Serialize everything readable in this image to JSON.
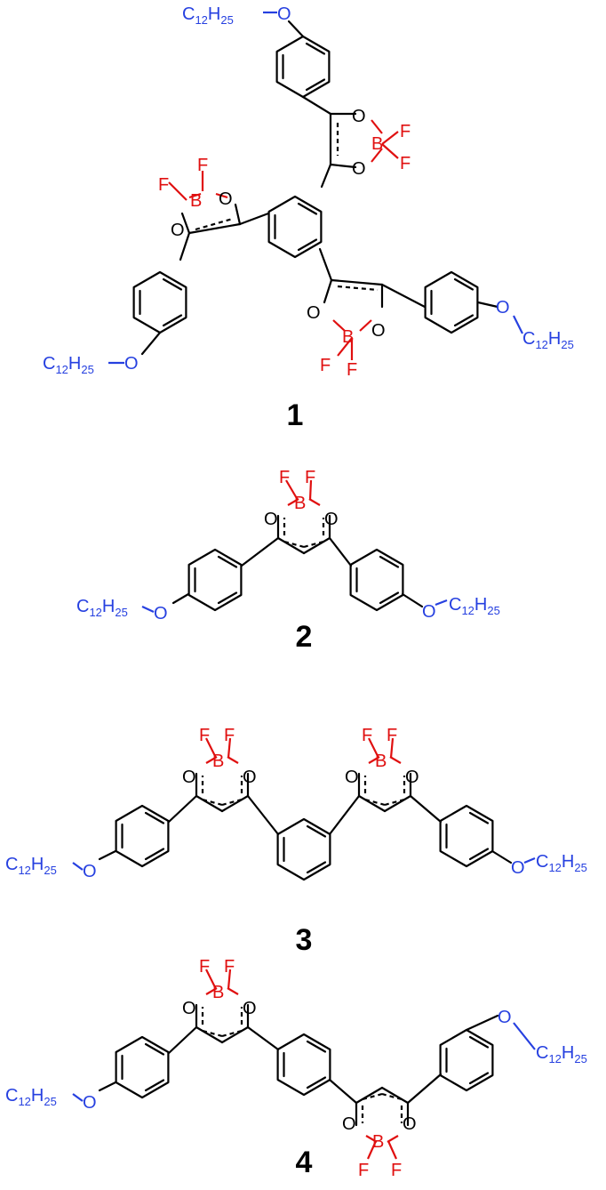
{
  "atoms": {
    "O": "O",
    "B": "B",
    "F": "F",
    "C": "C",
    "H": "H",
    "c12": "12",
    "h25": "25"
  },
  "labels": {
    "compound1": "1",
    "compound2": "2",
    "compound3": "3",
    "compound4": "4"
  },
  "colors": {
    "bond": "#000000",
    "boron_fluorine": "#e01010",
    "alkoxy": "#2640e0"
  }
}
